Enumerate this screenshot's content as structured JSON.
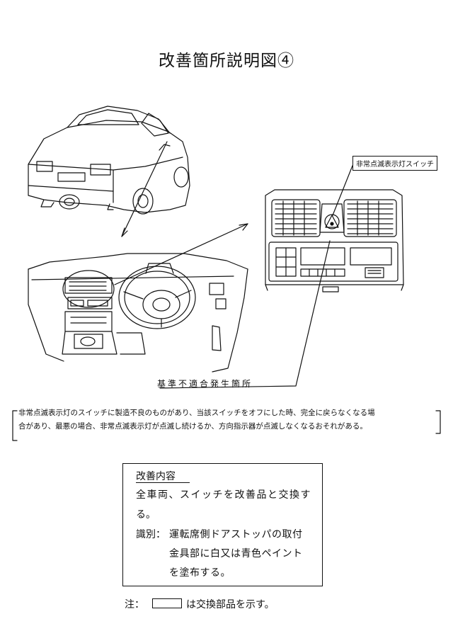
{
  "title": "改善箇所説明図④",
  "labels": {
    "switch": "非常点滅表示灯スイッチ",
    "defect_location": "基準不適合発生箇所"
  },
  "description": {
    "line1": "非常点滅表示灯のスイッチに製造不良のものがあり、当該スイッチをオフにした時、完全に戻らなくなる場",
    "line2": "合があり、最悪の場合、非常点滅表示灯が点滅し続けるか、方向指示器が点滅しなくなるおそれがある。"
  },
  "improvement": {
    "heading": "改善内容",
    "line1": "全車両、スイッチを改善品と交換す",
    "line2": "る。",
    "id_label": "識別：",
    "id_line1": "運転席側ドアストッパの取付",
    "id_line2": "金具部に白又は青色ペイント",
    "id_line3": "を塗布する。"
  },
  "note": {
    "prefix": "注：",
    "suffix": "は交換部品を示す。"
  }
}
